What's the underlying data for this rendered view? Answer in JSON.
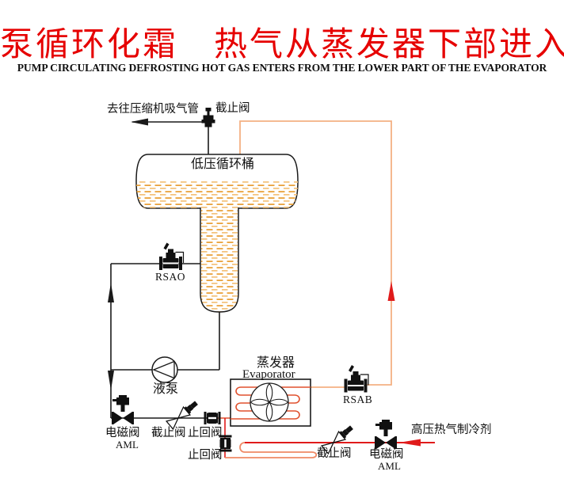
{
  "title": {
    "zh": "泵循环化霜　热气从蒸发器下部进入",
    "en": "PUMP CIRCULATING DEFROSTING HOT GAS ENTERS FROM THE LOWER PART OF THE EVAPORATOR"
  },
  "labels": {
    "to_compressor": "去往压缩机吸气管",
    "stop_valve_top": "截止阀",
    "tank": "低压循环桶",
    "rsao": "RSAO",
    "pump": "液泵",
    "evaporator_zh": "蒸发器",
    "evaporator_en": "Evaporator",
    "rsab": "RSAB",
    "solenoid_left": "电磁阀",
    "solenoid_left_model": "AML",
    "stop_valve_left": "截止阀",
    "check_valve_feed": "止回阀",
    "check_valve_hotgas": "止回阀",
    "stop_valve_right": "截止阀",
    "solenoid_right": "电磁阀",
    "solenoid_right_model": "AML",
    "hot_gas_inlet": "高压热气制冷剂"
  },
  "colors": {
    "title_red": "#e60000",
    "line_black": "#1a1a1a",
    "pipe_hot_salmon": "#f4b183",
    "pipe_hot_red": "#e01b1b",
    "coil_red": "#e0512e",
    "loop_salmon": "#ef8a66",
    "liquid_dash_dark": "#e9a23b",
    "liquid_dash_light": "#f4c480"
  },
  "icons": {
    "stop_valve": "stop-valve-icon",
    "regulating_valve": "regulating-valve-icon",
    "solenoid_valve": "solenoid-valve-icon",
    "check_valve": "check-valve-icon",
    "pump": "pump-icon",
    "fan": "fan-icon"
  }
}
